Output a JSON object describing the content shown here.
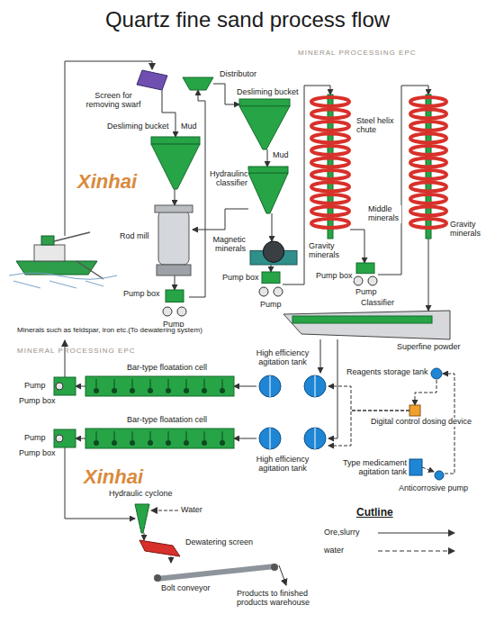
{
  "diagram": {
    "title": "Quartz fine sand process flow",
    "nodes": [
      {
        "text": [
          "Screen for removing swarf"
        ]
      },
      {
        "text": [
          "Distributor"
        ]
      },
      {
        "text": [
          "Desliming bucket"
        ]
      },
      {
        "text": [
          "Desliming bucket"
        ]
      },
      {
        "text": [
          "Hydraulinc classifier"
        ]
      },
      {
        "text": [
          "Rod mill"
        ]
      },
      {
        "text": [
          "Pump box",
          "Pump"
        ]
      },
      {
        "text": [
          "Magnetic minerals"
        ]
      },
      {
        "text": [
          "Pump box",
          "Pump"
        ]
      },
      {
        "text": [
          "Steel helix chute",
          "Gravity minerals"
        ]
      },
      {
        "text": [
          "Gravity minerals"
        ]
      },
      {
        "text": [
          "Pump box",
          "Pump"
        ]
      },
      {
        "text": [
          "Classifier",
          "Superfine powder"
        ]
      },
      {
        "text": [
          "Bar-type floatation cell"
        ]
      },
      {
        "text": [
          "Bar-type floatation cell"
        ]
      },
      {
        "text": [
          "High efficiency agitation tank"
        ]
      },
      {
        "text": [
          "High efficiency agitation tank"
        ]
      },
      {
        "text": [
          "Pump",
          "Pump box"
        ]
      },
      {
        "text": [
          "Pump",
          "Pump box"
        ]
      },
      {
        "text": [
          "Reagents storage tank"
        ]
      },
      {
        "text": [
          "Digital control dosing device"
        ]
      },
      {
        "text": [
          "Type medicament agitation tank"
        ]
      },
      {
        "text": [
          "Anticorrosive pump"
        ]
      },
      {
        "text": [
          "Hydraulic cyclone"
        ]
      },
      {
        "text": [
          "Dewatering screen"
        ]
      },
      {
        "text": [
          "Bolt conveyor"
        ]
      }
    ],
    "edges": [
      {
        "from": 0,
        "to": 3,
        "arrow": "to"
      },
      {
        "from": 1,
        "to": 2,
        "arrow": "to"
      },
      {
        "from": 3,
        "to": 5,
        "arrow": "to"
      },
      {
        "from": 5,
        "to": 6,
        "arrow": "to"
      },
      {
        "from": 6,
        "to": 1,
        "arrow": "to"
      },
      {
        "from": 2,
        "to": 4,
        "arrow": "to"
      },
      {
        "from": 4,
        "to": 5,
        "arrow": "to"
      },
      {
        "from": 4,
        "to": 7,
        "arrow": "to"
      },
      {
        "from": 7,
        "to": 8,
        "arrow": "to"
      },
      {
        "from": 8,
        "to": 9,
        "arrow": "to"
      },
      {
        "from": 9,
        "to": 11,
        "arrow": "to"
      },
      {
        "from": 11,
        "to": 10,
        "arrow": "to"
      },
      {
        "from": 10,
        "to": 12,
        "arrow": "to"
      },
      {
        "from": 12,
        "to": 15,
        "arrow": "to"
      },
      {
        "from": 12,
        "to": 16,
        "arrow": "to"
      },
      {
        "from": 15,
        "to": 13,
        "arrow": "to"
      },
      {
        "from": 16,
        "to": 14,
        "arrow": "to"
      },
      {
        "from": 13,
        "to": 17,
        "arrow": "to"
      },
      {
        "from": 14,
        "to": 18,
        "arrow": "to"
      },
      {
        "from": 19,
        "to": 20,
        "arrow": "to"
      },
      {
        "from": 20,
        "to": 15,
        "arrow": "to"
      },
      {
        "from": 20,
        "to": 16,
        "arrow": "to"
      },
      {
        "from": 21,
        "to": 22,
        "arrow": "to"
      },
      {
        "from": 22,
        "to": 19,
        "arrow": "to"
      },
      {
        "from": 18,
        "to": 23,
        "arrow": "to"
      },
      {
        "from": 23,
        "to": 24,
        "arrow": "to"
      },
      {
        "from": 24,
        "to": 25,
        "arrow": "to"
      }
    ],
    "labels": [
      "Mud",
      "Mud",
      "Middle minerals",
      "Minerals such as feldspar, iron etc.(To dewatering system)",
      "Water",
      "Products to finished products warehouse",
      "Cutline",
      "Xinhai",
      "MINERAL PROCESSING EPC",
      "Xinhai",
      "MINERAL PROCESSING EPC"
    ],
    "legend": [
      {
        "text": "Ore,slurry"
      },
      {
        "text": "water"
      }
    ]
  }
}
